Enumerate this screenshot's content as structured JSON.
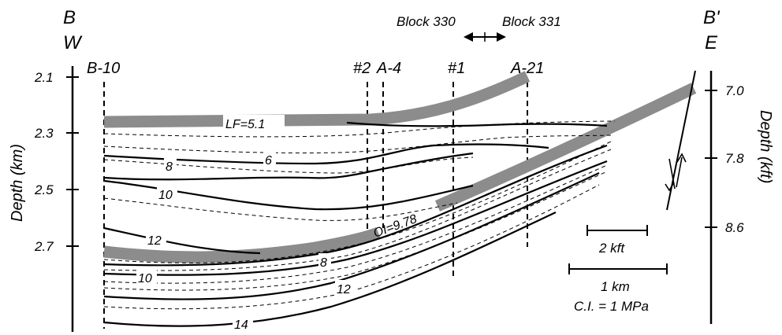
{
  "ends": {
    "left_letter": "B",
    "left_dir": "W",
    "right_letter": "B'",
    "right_dir": "E"
  },
  "left_axis": {
    "label": "Depth (km)",
    "ticks": [
      "2.1",
      "2.3",
      "2.5",
      "2.7"
    ]
  },
  "right_axis": {
    "label": "Depth (kft)",
    "ticks": [
      "7.0",
      "7.8",
      "8.6"
    ]
  },
  "wells": [
    "B-10",
    "#2",
    "A-4",
    "#1",
    "A-21"
  ],
  "blocks": {
    "left": "Block 330",
    "right": "Block 331"
  },
  "horizons": {
    "upper": "LF=5.1",
    "lower": "OI=9.78"
  },
  "contours": [
    "6",
    "8",
    "10",
    "12",
    "8",
    "10",
    "12",
    "14"
  ],
  "scale": {
    "kft": "2 kft",
    "km": "1 km",
    "ci": "C.I. = 1 MPa"
  }
}
